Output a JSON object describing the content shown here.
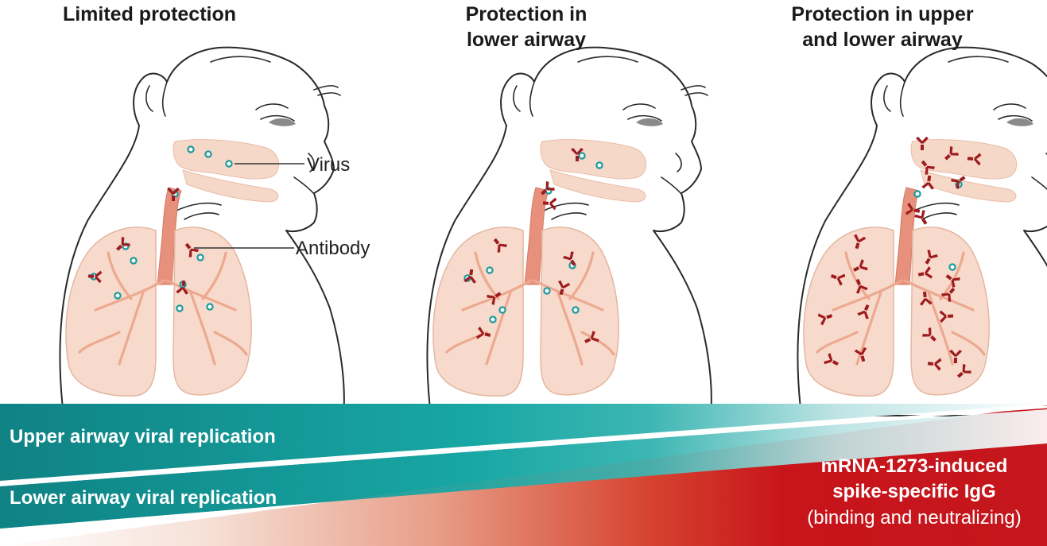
{
  "panels": [
    {
      "title_lines": [
        "Limited protection"
      ],
      "viruses": 12,
      "antibodies": 6
    },
    {
      "title_lines": [
        "Protection in",
        "lower airway"
      ],
      "viruses": 10,
      "antibodies": 14
    },
    {
      "title_lines": [
        "Protection in upper",
        "and lower airway"
      ],
      "viruses": 3,
      "antibodies": 26
    }
  ],
  "labels": {
    "virus": "Virus",
    "antibody": "Antibody"
  },
  "bands": {
    "upper": "Upper airway viral replication",
    "lower": "Lower airway viral replication"
  },
  "igg": {
    "line1": "mRNA-1273-induced",
    "line2": "spike-specific IgG",
    "line3": "(binding and neutralizing)"
  },
  "colors": {
    "teal": "#1a9c9a",
    "red": "#c4161c",
    "virus": "#1e9a9c",
    "antibody": "#9e1b1f",
    "tissue": "#f7dacb"
  }
}
